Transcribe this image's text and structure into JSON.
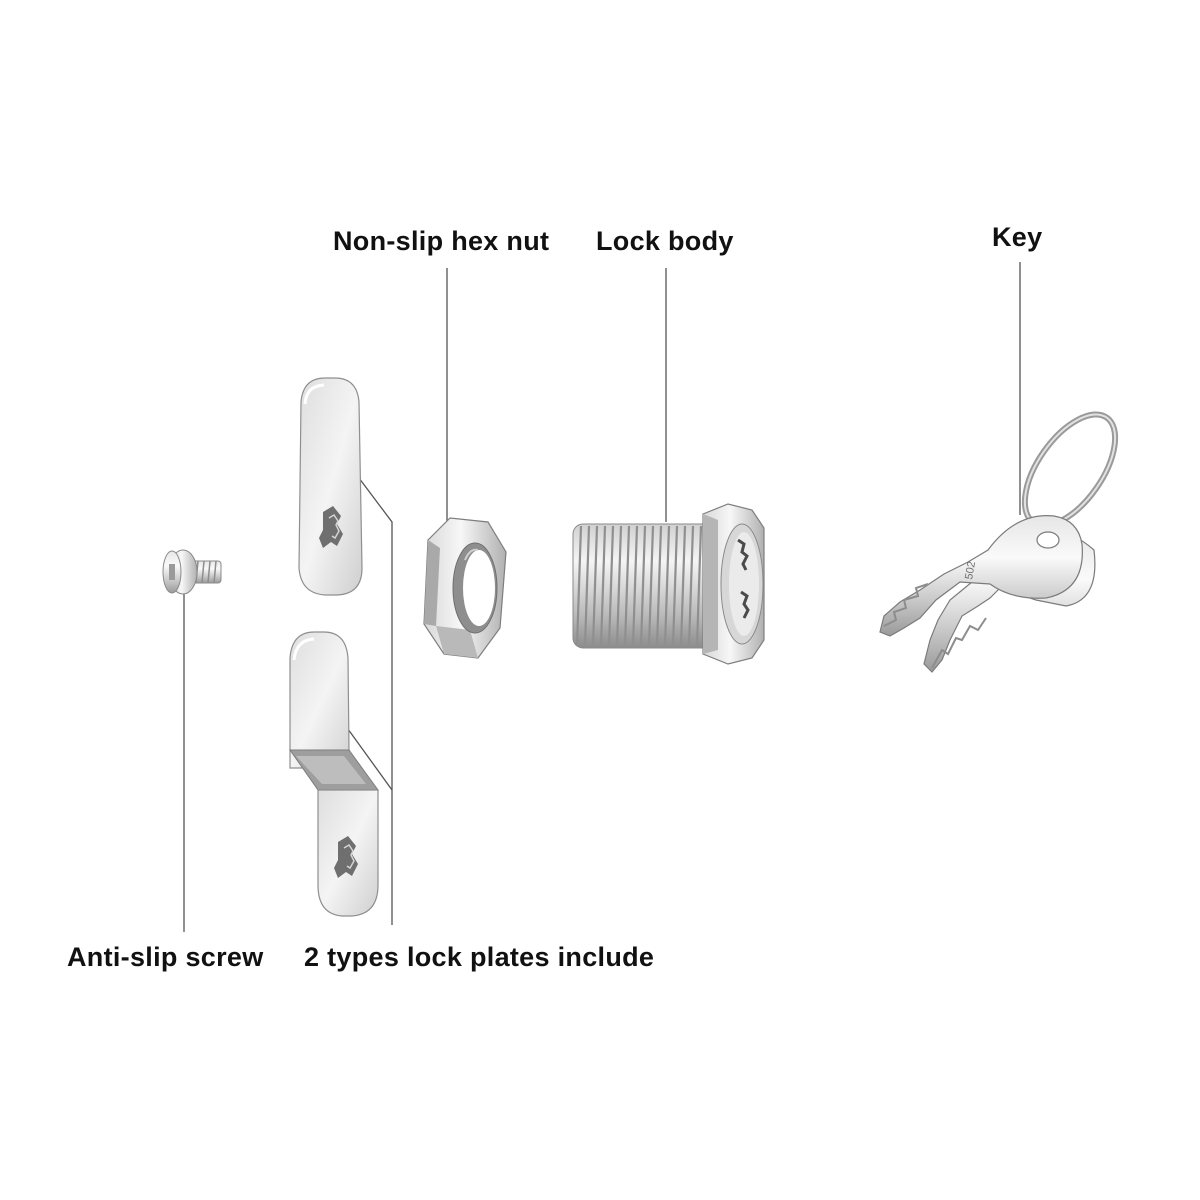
{
  "labels": {
    "hex_nut": "Non-slip hex nut",
    "lock_body": "Lock body",
    "key": "Key",
    "screw": "Anti-slip screw",
    "plates": "2 types lock plates include"
  },
  "key_stamp": "502",
  "colors": {
    "background": "#ffffff",
    "text": "#111111",
    "leader_line": "#555555",
    "metal_light": "#f2f2f2",
    "metal_mid": "#c8c8c8",
    "metal_dark": "#8a8a8a"
  }
}
